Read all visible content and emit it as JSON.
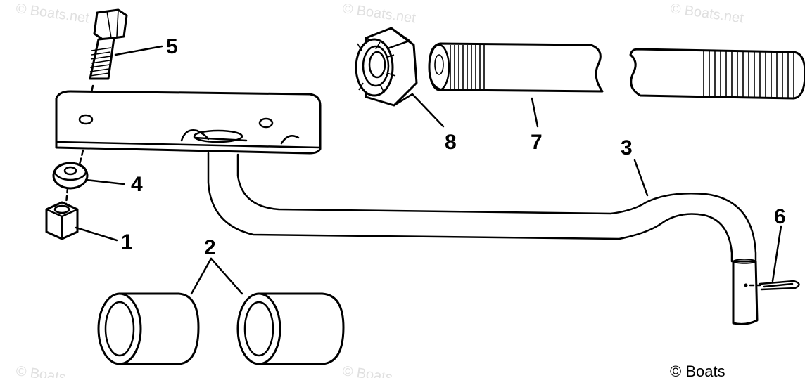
{
  "watermarks": {
    "top_left": "© Boats.net",
    "top_center": "© Boats.net",
    "top_right": "© Boats.net",
    "bottom_left": "© Boats",
    "bottom_center": "© Boats",
    "bottom_right": "© Boats"
  },
  "callouts": {
    "p1": "1",
    "p2": "2",
    "p3": "3",
    "p4": "4",
    "p5": "5",
    "p6": "6",
    "p7": "7",
    "p8": "8"
  }
}
